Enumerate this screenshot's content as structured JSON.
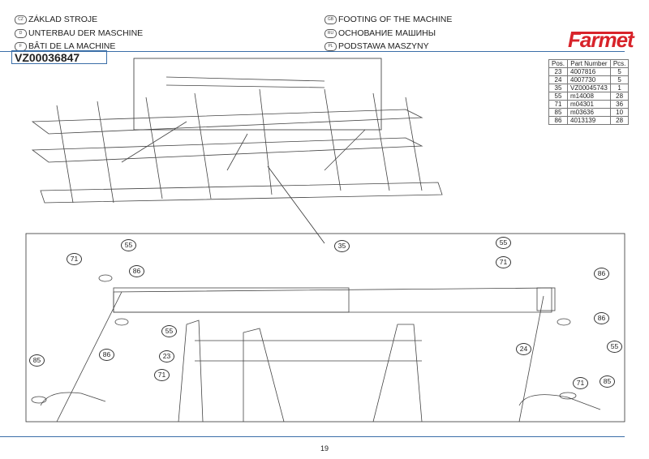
{
  "header": {
    "titles_left": [
      {
        "code": "CZ",
        "text": "ZÁKLAD STROJE"
      },
      {
        "code": "D",
        "text": "UNTERBAU DER MASCHINE"
      },
      {
        "code": "F",
        "text": "BÂTI DE LA MACHINE"
      }
    ],
    "titles_right": [
      {
        "code": "GB",
        "text": "FOOTING OF THE MACHINE"
      },
      {
        "code": "RU",
        "text": "ОСНОВАНИЕ МАШИНЫ"
      },
      {
        "code": "PL",
        "text": "PODSTAWA MASZYNY"
      }
    ],
    "part_number": "VZ00036847",
    "logo": "Farmet"
  },
  "parts_table": {
    "headers": [
      "Pos.",
      "Part Number",
      "Pcs."
    ],
    "rows": [
      [
        "23",
        "4007816",
        "5"
      ],
      [
        "24",
        "4007730",
        "5"
      ],
      [
        "35",
        "VZ00045743",
        "1"
      ],
      [
        "55",
        "m14008",
        "28"
      ],
      [
        "71",
        "m04301",
        "36"
      ],
      [
        "85",
        "m03636",
        "10"
      ],
      [
        "86",
        "4013139",
        "28"
      ]
    ]
  },
  "callouts": [
    "55",
    "71",
    "86",
    "35",
    "55",
    "71",
    "86",
    "86",
    "55",
    "23",
    "86",
    "71",
    "85",
    "24",
    "55",
    "71",
    "85"
  ],
  "footer": {
    "page": "19"
  },
  "colors": {
    "rule": "#3b6fa8",
    "brand": "#d8232a"
  }
}
